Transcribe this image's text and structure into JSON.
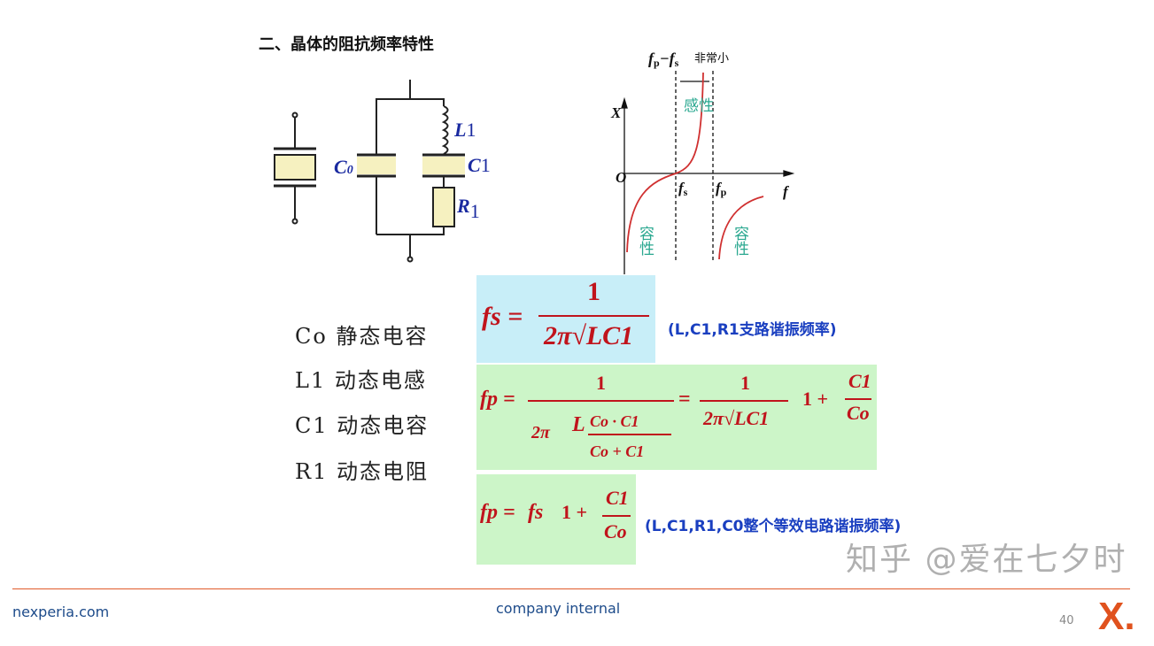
{
  "slide": {
    "title": "二、晶体的阻抗频率特性",
    "page_number": "40"
  },
  "circuit": {
    "c0": "C",
    "c0_sub": "0",
    "l1": "L",
    "l1_sub": "1",
    "c1": "C",
    "c1_sub": "1",
    "r1": "R",
    "r1_sub": "1"
  },
  "graph": {
    "top_label_fp": "f",
    "top_label_p": "p",
    "top_label_minus": "−",
    "top_label_fs": "f",
    "top_label_s": "s",
    "top_label_text": "非常小",
    "y_axis": "X",
    "x_axis": "f",
    "origin": "O",
    "fs": "f",
    "fs_sub": "s",
    "fp": "f",
    "fp_sub": "p",
    "inductive": "感性",
    "capacitive_left": "容性",
    "capacitive_right": "容性"
  },
  "legend": [
    {
      "sym": "Co",
      "text": "静态电容"
    },
    {
      "sym": "L1",
      "text": "动态电感"
    },
    {
      "sym": "C1",
      "text": "动态电容"
    },
    {
      "sym": "R1",
      "text": "动态电阻"
    }
  ],
  "formulas": {
    "fs": {
      "lhs": "fs =",
      "num": "1",
      "den": "2π√LC1",
      "note": "(L,C1,R1支路谐振频率)"
    },
    "fp": {
      "lhs": "fp =",
      "num1": "1",
      "den1a": "2π",
      "den1b": "L",
      "inner_num": "Co · C1",
      "inner_den": "Co + C1",
      "eq": "=",
      "num2": "1",
      "den2": "2π√LC1",
      "sqrt": "1 +",
      "frac_num": "C1",
      "frac_den": "Co"
    },
    "fp2": {
      "lhs": "fp =",
      "fs": "fs",
      "sqrt": "1 +",
      "frac_num": "C1",
      "frac_den": "Co",
      "note": "(L,C1,R1,C0整个等效电路谐振频率)"
    }
  },
  "footer": {
    "site": "nexperia.com",
    "classification": "company internal",
    "watermark": "知乎 @爱在七夕时",
    "logo": "X."
  },
  "colors": {
    "accent": "#e0521e",
    "formula": "#c0141c",
    "note": "#1a3fc0",
    "blue_box": "#c8eef8",
    "green_box": "#ccf5c8"
  }
}
